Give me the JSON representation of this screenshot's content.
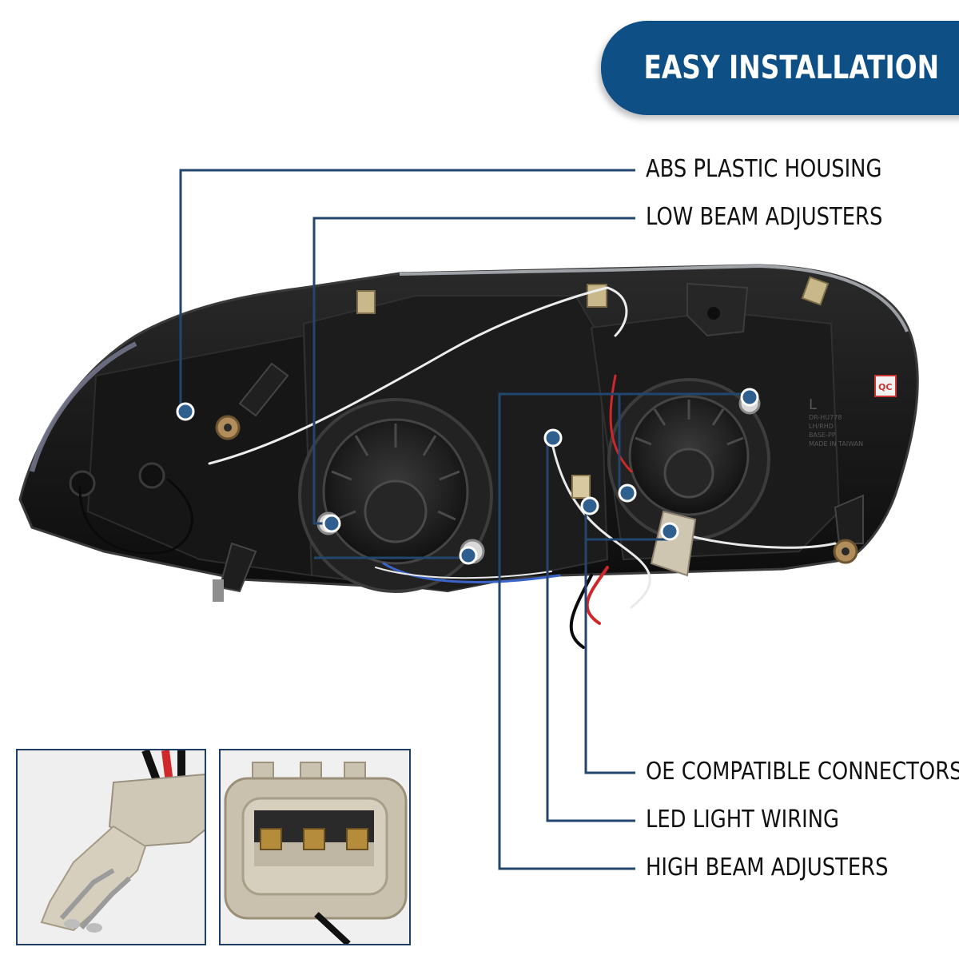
{
  "banner": {
    "title": "EASY INSTALLATION"
  },
  "callouts": [
    {
      "label": "ABS PLASTIC HOUSING"
    },
    {
      "label": "LOW BEAM ADJUSTERS"
    },
    {
      "label": "OE COMPATIBLE CONNECTORS"
    },
    {
      "label": "LED LIGHT WIRING"
    },
    {
      "label": "HIGH BEAM ADJUSTERS"
    }
  ],
  "housing_marks": {
    "side_code": "L",
    "stamp_lines": [
      "DR-HU778",
      "LH/RHD",
      "BASE-PP",
      "MADE IN TAIWAN"
    ],
    "badge": "QC"
  },
  "colors": {
    "brand_blue": "#0e4f86",
    "callout_line": "#22466e",
    "dot": "#2e5f8e",
    "wire_red": "#d0282a",
    "wire_blue": "#3a64c8"
  }
}
